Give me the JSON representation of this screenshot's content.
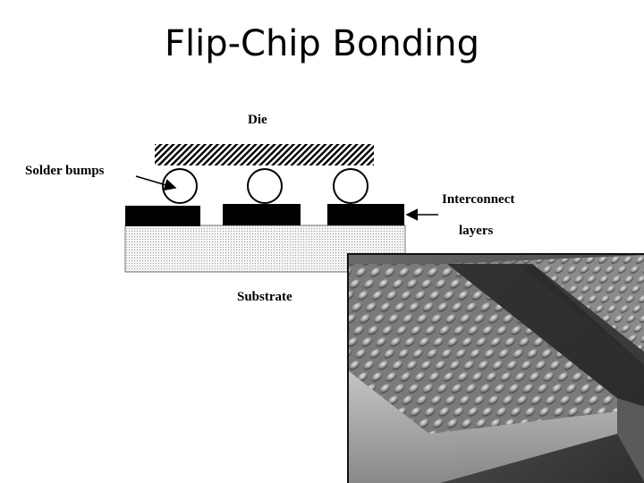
{
  "slide": {
    "title": "Flip-Chip Bonding"
  },
  "diagram": {
    "labels": {
      "die": "Die",
      "solder_bumps": "Solder bumps",
      "interconnect": "Interconnect",
      "layers": "layers",
      "substrate": "Substrate"
    },
    "bump_count": 3,
    "pad_count": 3
  },
  "photo": {
    "subject": "micrograph of solder bump array on chip edge"
  }
}
